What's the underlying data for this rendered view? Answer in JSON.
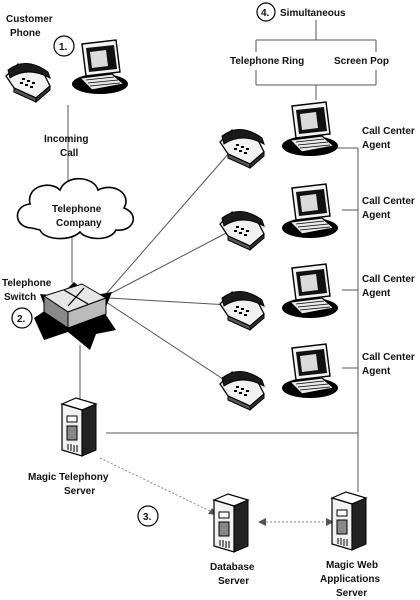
{
  "labels": {
    "customer_phone_1": "Customer",
    "customer_phone_2": "Phone",
    "incoming_call_1": "Incoming",
    "incoming_call_2": "Call",
    "telephone_company_1": "Telephone",
    "telephone_company_2": "Company",
    "telephone_switch_1": "Telephone",
    "telephone_switch_2": "Switch",
    "simultaneous": "Simultaneous",
    "telephone_ring": "Telephone Ring",
    "screen_pop": "Screen Pop",
    "agent_1": "Call Center",
    "agent_2": "Agent",
    "telephony_server_1": "Magic Telephony",
    "telephony_server_2": "Server",
    "database_server_1": "Database",
    "database_server_2": "Server",
    "web_server_1": "Magic Web",
    "web_server_2": "Applications",
    "web_server_3": "Server"
  },
  "steps": [
    "1.",
    "2.",
    "3.",
    "4."
  ]
}
